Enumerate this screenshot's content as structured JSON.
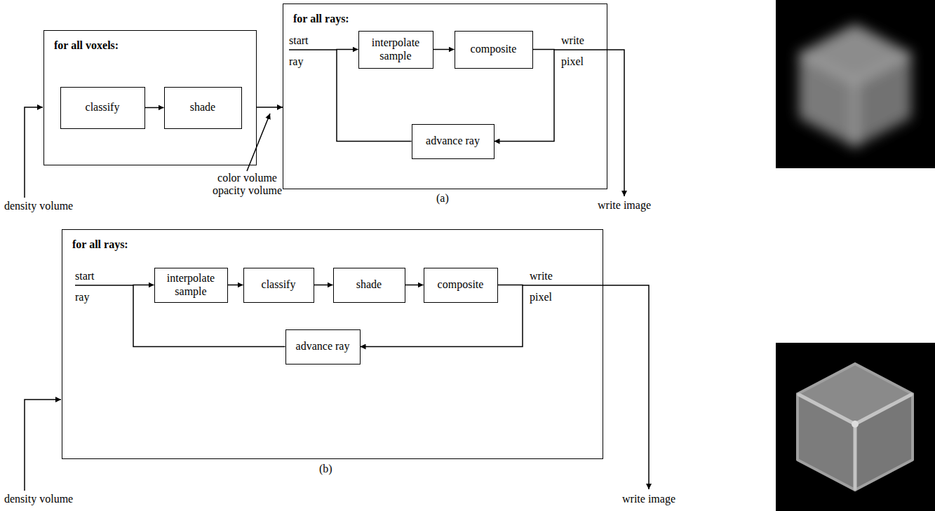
{
  "diagram": {
    "nodes": [
      {
        "text": [
          "for all voxels:"
        ]
      },
      {
        "text": [
          "classify"
        ],
        "in": 0
      },
      {
        "text": [
          "shade"
        ],
        "in": 0
      },
      {
        "text": [
          "for all rays:"
        ]
      },
      {
        "text": [
          "interpolate sample"
        ],
        "in": 3
      },
      {
        "text": [
          "composite"
        ],
        "in": 3
      },
      {
        "text": [
          "advance ray"
        ],
        "in": 3
      },
      {
        "text": [
          "for all rays:"
        ]
      },
      {
        "text": [
          "interpolate sample"
        ],
        "in": 7
      },
      {
        "text": [
          "classify"
        ],
        "in": 7
      },
      {
        "text": [
          "shade"
        ],
        "in": 7
      },
      {
        "text": [
          "composite"
        ],
        "in": 7
      },
      {
        "text": [
          "advance ray"
        ],
        "in": 7
      }
    ],
    "edges": [
      {
        "from": 1,
        "to": 2,
        "arrow": "to"
      },
      {
        "from": 0,
        "to": 3,
        "arrow": "to"
      },
      {
        "from": 4,
        "to": 5,
        "arrow": "to"
      },
      {
        "from": 5,
        "to": 6,
        "arrow": "to"
      },
      {
        "from": 6,
        "to": 4,
        "arrow": "to"
      },
      {
        "from": 8,
        "to": 9,
        "arrow": "to"
      },
      {
        "from": 9,
        "to": 10,
        "arrow": "to"
      },
      {
        "from": 10,
        "to": 11,
        "arrow": "to"
      },
      {
        "from": 11,
        "to": 12,
        "arrow": "to"
      },
      {
        "from": 12,
        "to": 8,
        "arrow": "to"
      }
    ],
    "labels": [
      "start ray",
      "write pixel",
      "density volume",
      "color volume opacity volume",
      "(a)",
      "write image",
      "start ray",
      "write pixel",
      "density volume",
      "(b)",
      "write image"
    ]
  }
}
